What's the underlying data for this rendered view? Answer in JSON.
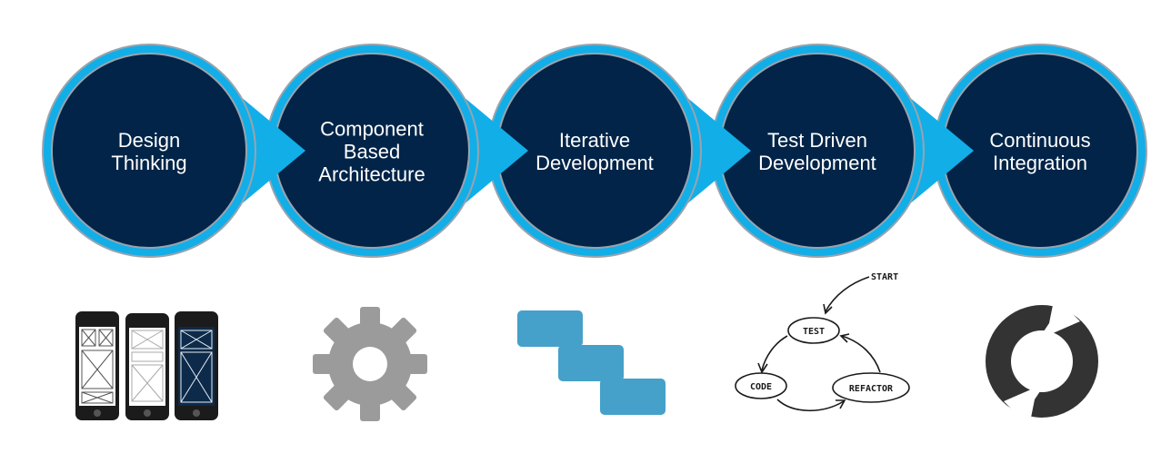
{
  "stages": [
    {
      "lines": [
        "Design",
        "Thinking"
      ],
      "icon": "phone-wireframes-icon"
    },
    {
      "lines": [
        "Component",
        "Based",
        "Architecture"
      ],
      "icon": "gear-icon"
    },
    {
      "lines": [
        "Iterative",
        "Development"
      ],
      "icon": "iteration-blocks-icon"
    },
    {
      "lines": [
        "Test Driven",
        "Development"
      ],
      "icon": "tdd-cycle-icon"
    },
    {
      "lines": [
        "Continuous",
        "Integration"
      ],
      "icon": "cycle-arrows-icon"
    }
  ],
  "tdd_cycle": {
    "start": "START",
    "test": "TEST",
    "code": "CODE",
    "refactor": "REFACTOR"
  },
  "colors": {
    "circle_fill": "#012448",
    "circle_ring": "#12aee8",
    "circle_outline": "#9aa3ad",
    "arrow": "#12aee8",
    "gear": "#9b9b9b",
    "blocks": "#45a1c9",
    "cycle": "#333333"
  }
}
